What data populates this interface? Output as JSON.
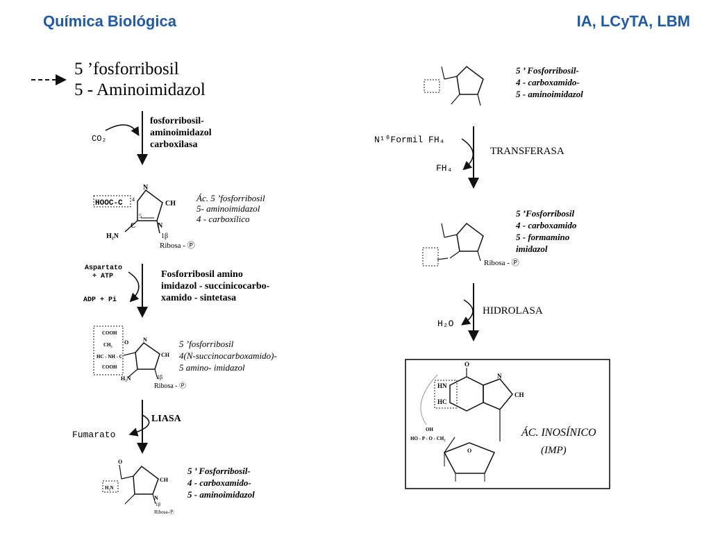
{
  "header": {
    "left": "Química Biológica",
    "right": "IA, LCyTA, LBM"
  },
  "left_column": {
    "title_line1": "5 ’fosforribosil",
    "title_line2": "5 - Aminoimidazol",
    "step1": {
      "cofactor": "CO₂",
      "enzyme": [
        "fosforribosil-",
        "aminoimidazol",
        "carboxilasa"
      ]
    },
    "comp1": {
      "name": [
        "Ác. 5 ’fosforribosil",
        "5- aminoimidazol",
        "4 - carboxílico"
      ],
      "atoms": {
        "group": "HOOC-C",
        "n_top": "N",
        "ch": "CH",
        "n_bottom": "N",
        "c_bottom": "C",
        "h2n": "H₂N",
        "beta": "1β",
        "ribose": "Ribosa - Ⓟ",
        "n4": "4",
        "n5": "5"
      }
    },
    "step2": {
      "cofactor_in": [
        "Aspartato",
        "+ ATP"
      ],
      "cofactor_out": "ADP + Pi",
      "enzyme": [
        "Fosforribosil amino",
        "imidazol - succínicocarbo-",
        "xamido - sintetasa"
      ]
    },
    "comp2": {
      "name": [
        "5 ’fosforribosil",
        "4(N-succinocarboxamido)-",
        "5 amino- imidazol"
      ],
      "atoms": {
        "cooh1": "COOH",
        "ch2": "CH₂",
        "hc_nh": "HC - NH - C",
        "cooh2": "COOH",
        "o": "O",
        "n": "N",
        "ch": "CH",
        "h2n": "H₂N",
        "beta": "1β",
        "ribose": "Ribosa - Ⓟ"
      }
    },
    "step3": {
      "cofactor_out": "Fumarato",
      "enzyme": "LIASA"
    },
    "comp3": {
      "name": [
        "5 ’ Fosforribosil-",
        "4 - carboxamido-",
        "5 - aminoimidazol"
      ],
      "atoms": {
        "o": "O",
        "h2n": "H₂N",
        "ch": "CH",
        "n": "N",
        "beta": "1β",
        "ribose": "Ribosa-Ⓟ"
      }
    }
  },
  "right_column": {
    "comp3": {
      "name": [
        "5 ’ Fosforribosil-",
        "4 - carboxamido-",
        "5 - aminoimidazol"
      ]
    },
    "step4": {
      "cofactor_in": "N¹⁰Formil FH₄",
      "cofactor_out": "FH₄",
      "enzyme": "TRANSFERASA"
    },
    "comp4": {
      "name": [
        "5 ’Fosforribosil",
        "4 - carboxamido",
        "5 - formamino",
        "imidazol"
      ],
      "atoms": {
        "ribose": "Ribosa - Ⓟ"
      }
    },
    "step5": {
      "cofactor": "H₂O",
      "enzyme": "HIDROLASA"
    },
    "product": {
      "name": [
        "ÁC. INOSÍNICO",
        "(IMP)"
      ],
      "atoms": {
        "o": "O",
        "hn": "HN",
        "hc": "HC",
        "n": "N",
        "ch": "CH",
        "phosphate": "HO - P - O - CH₂",
        "oh": "OH",
        "o_ring": "O"
      }
    }
  }
}
